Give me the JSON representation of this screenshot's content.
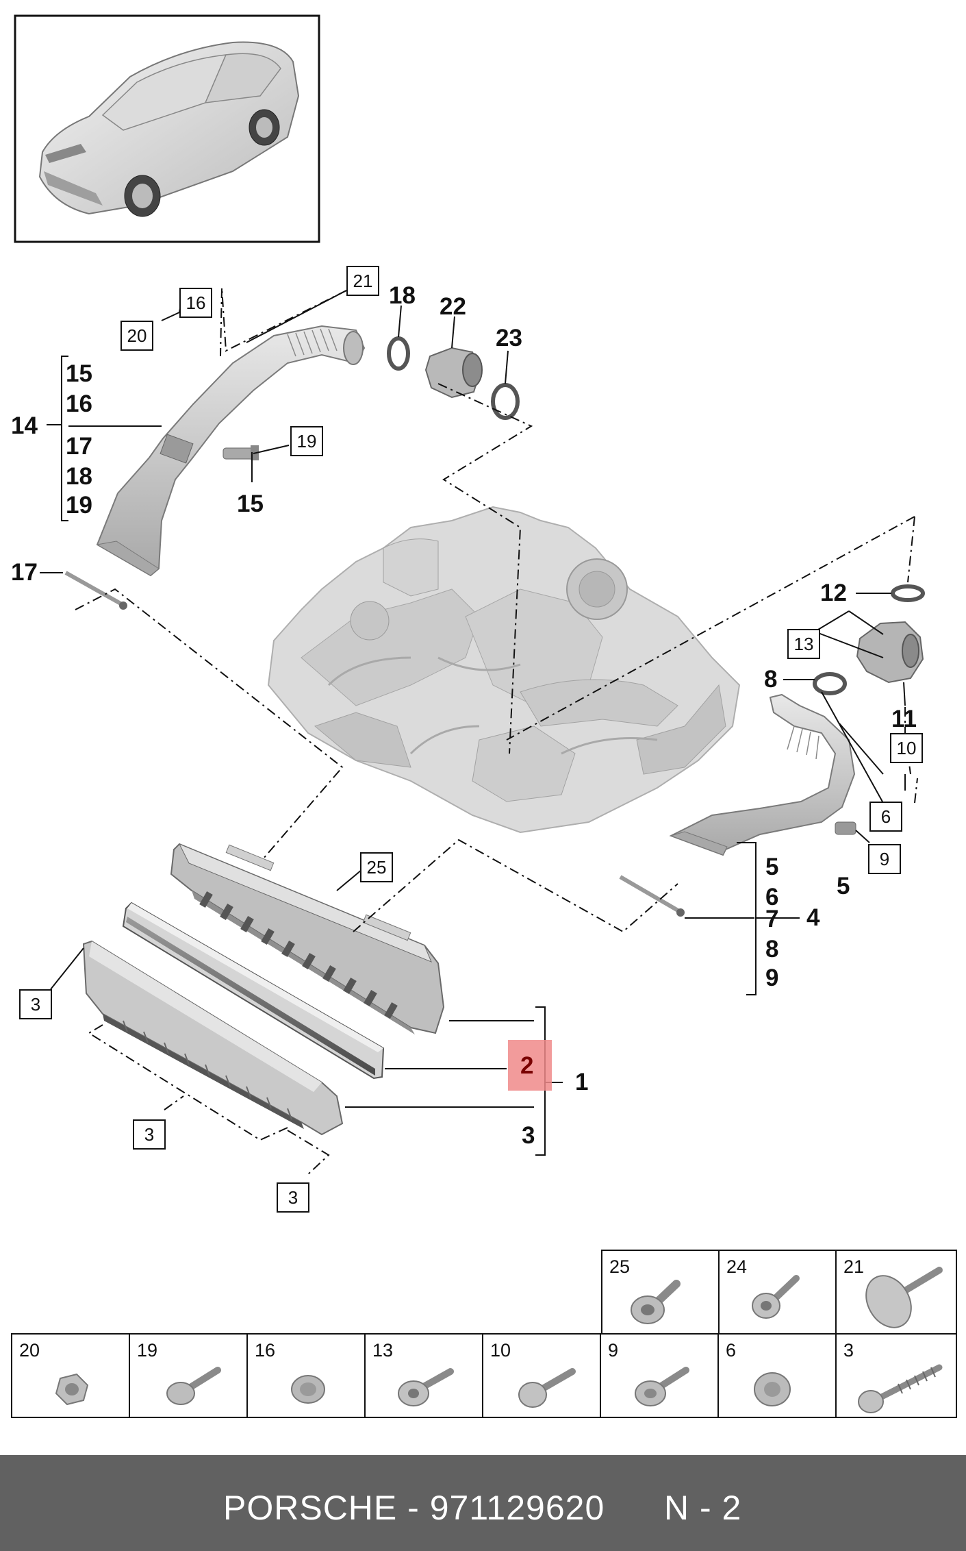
{
  "footer": {
    "part": "PORSCHE - 971129620",
    "page": "N - 2"
  },
  "callouts": {
    "c14": "14",
    "c15a": "15",
    "c16": "16",
    "c17a": "17",
    "c18a": "18",
    "c19a": "19",
    "c15b": "15",
    "c17b": "17",
    "c18b": "18",
    "c22": "22",
    "c23": "23",
    "c12": "12",
    "c8": "8",
    "c11": "11",
    "c5a": "5",
    "c6": "6",
    "c7": "7",
    "c8b": "8",
    "c9": "9",
    "c4": "4",
    "c5b": "5",
    "c1": "1",
    "c2": "2",
    "c3": "3"
  },
  "boxes": {
    "b16": "16",
    "b20": "20",
    "b21": "21",
    "b19": "19",
    "b13": "13",
    "b10": "10",
    "b6": "6",
    "b9": "9",
    "b25": "25",
    "b3a": "3",
    "b3b": "3",
    "b3c": "3"
  },
  "highlight": {
    "color": "#f08a8a",
    "part_number": "2"
  },
  "fasteners_top": [
    {
      "num": "25"
    },
    {
      "num": "24"
    },
    {
      "num": "21"
    }
  ],
  "fasteners_bottom": [
    {
      "num": "20"
    },
    {
      "num": "19"
    },
    {
      "num": "16"
    },
    {
      "num": "13"
    },
    {
      "num": "10"
    },
    {
      "num": "9"
    },
    {
      "num": "6"
    },
    {
      "num": "3"
    }
  ]
}
